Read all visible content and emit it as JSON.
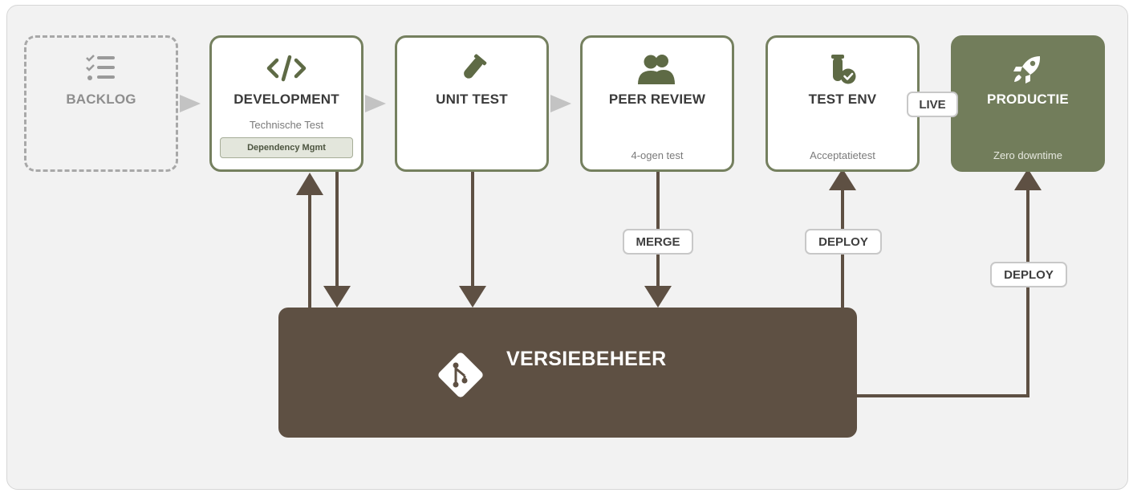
{
  "stages": {
    "backlog": {
      "title": "BACKLOG",
      "icon": "checklist-icon"
    },
    "development": {
      "title": "DEVELOPMENT",
      "subtitle": "Technische Test",
      "badge": "Dependency Mgmt",
      "icon": "code-icon"
    },
    "unit_test": {
      "title": "UNIT TEST",
      "icon": "test-tube-icon"
    },
    "peer_review": {
      "title": "PEER REVIEW",
      "subtitle": "4-ogen test",
      "icon": "users-icon"
    },
    "test_env": {
      "title": "TEST ENV",
      "subtitle": "Acceptatietest",
      "icon": "vial-check-icon"
    },
    "productie": {
      "title": "PRODUCTIE",
      "subtitle": "Zero downtime",
      "icon": "rocket-icon"
    }
  },
  "labels": {
    "merge": "MERGE",
    "deploy_test": "DEPLOY",
    "deploy_prod": "DEPLOY",
    "live": "LIVE"
  },
  "version_control": {
    "title": "VERSIEBEHEER",
    "icon": "git-icon"
  },
  "colors": {
    "stage_border": "#75805f",
    "production_fill": "#727d5b",
    "vcs_fill": "#5e5043",
    "connector": "#5e5043",
    "flow_arrow": "#c3c3c3"
  }
}
